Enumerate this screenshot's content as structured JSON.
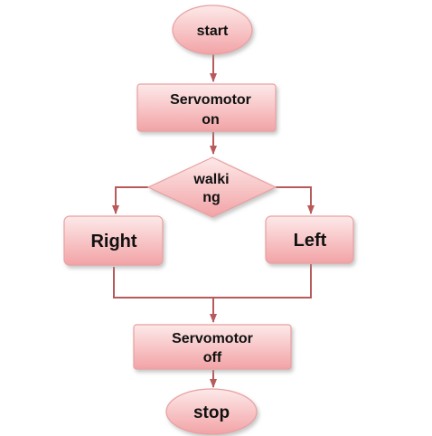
{
  "colors": {
    "node_fill_light": "#fde9e9",
    "node_fill_dark": "#f2a3a6",
    "node_stroke": "#e8a0a0",
    "edge": "#b85a5a"
  },
  "nodes": {
    "start": {
      "shape": "terminal",
      "lines": [
        "start"
      ]
    },
    "servo_on": {
      "shape": "process",
      "lines": [
        "Servomotor",
        "on"
      ]
    },
    "walking": {
      "shape": "decision",
      "lines": [
        "walki",
        "ng"
      ]
    },
    "right": {
      "shape": "process",
      "lines": [
        "Right"
      ]
    },
    "left": {
      "shape": "process",
      "lines": [
        "Left"
      ]
    },
    "servo_off": {
      "shape": "process",
      "lines": [
        "Servomotor",
        "off"
      ]
    },
    "stop": {
      "shape": "terminal",
      "lines": [
        "stop"
      ]
    }
  },
  "edges": [
    {
      "from": "start",
      "to": "servo_on"
    },
    {
      "from": "servo_on",
      "to": "walking"
    },
    {
      "from": "walking",
      "to": "right"
    },
    {
      "from": "walking",
      "to": "left"
    },
    {
      "from": "right",
      "to": "servo_off"
    },
    {
      "from": "left",
      "to": "servo_off"
    },
    {
      "from": "servo_off",
      "to": "stop"
    }
  ]
}
